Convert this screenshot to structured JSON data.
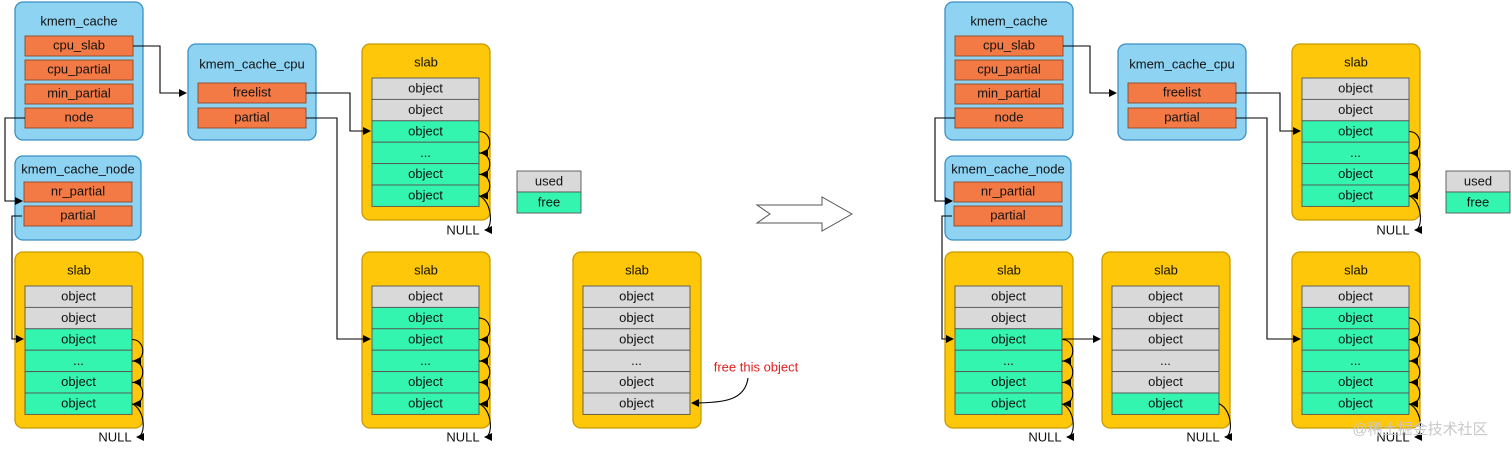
{
  "labels": {
    "kmem_cache": "kmem_cache",
    "cpu_slab": "cpu_slab",
    "cpu_partial": "cpu_partial",
    "min_partial": "min_partial",
    "node": "node",
    "kmem_cache_cpu": "kmem_cache_cpu",
    "freelist": "freelist",
    "partial": "partial",
    "kmem_cache_node": "kmem_cache_node",
    "nr_partial": "nr_partial",
    "slab": "slab",
    "object": "object",
    "ellipsis": "...",
    "null": "NULL",
    "used": "used",
    "free": "free",
    "annotation": "free this object"
  },
  "colors": {
    "struct": "#8ed3f2",
    "field": "#f47a45",
    "slab": "#ffc709",
    "used": "#d9d9d9",
    "free": "#33f5b0",
    "annotation": "#e0201e"
  },
  "watermark": "@稀土掘金技术社区",
  "before": {
    "slab_node": [
      "used",
      "used",
      "free",
      "free",
      "free",
      "free"
    ],
    "slab_cpu": [
      "used",
      "used",
      "free",
      "free",
      "free",
      "free"
    ],
    "slab_cpu_partial": [
      "used",
      "free",
      "free",
      "free",
      "free",
      "free"
    ],
    "slab_target": [
      "used",
      "used",
      "used",
      "used",
      "used",
      "used"
    ]
  },
  "after": {
    "slab_node": [
      "used",
      "used",
      "free",
      "free",
      "free",
      "free"
    ],
    "slab_cpu": [
      "used",
      "used",
      "free",
      "free",
      "free",
      "free"
    ],
    "slab_cpu_partial_1": [
      "used",
      "free",
      "free",
      "free",
      "free",
      "free"
    ],
    "slab_cpu_partial_2": [
      "used",
      "used",
      "used",
      "used",
      "used",
      "free"
    ]
  }
}
